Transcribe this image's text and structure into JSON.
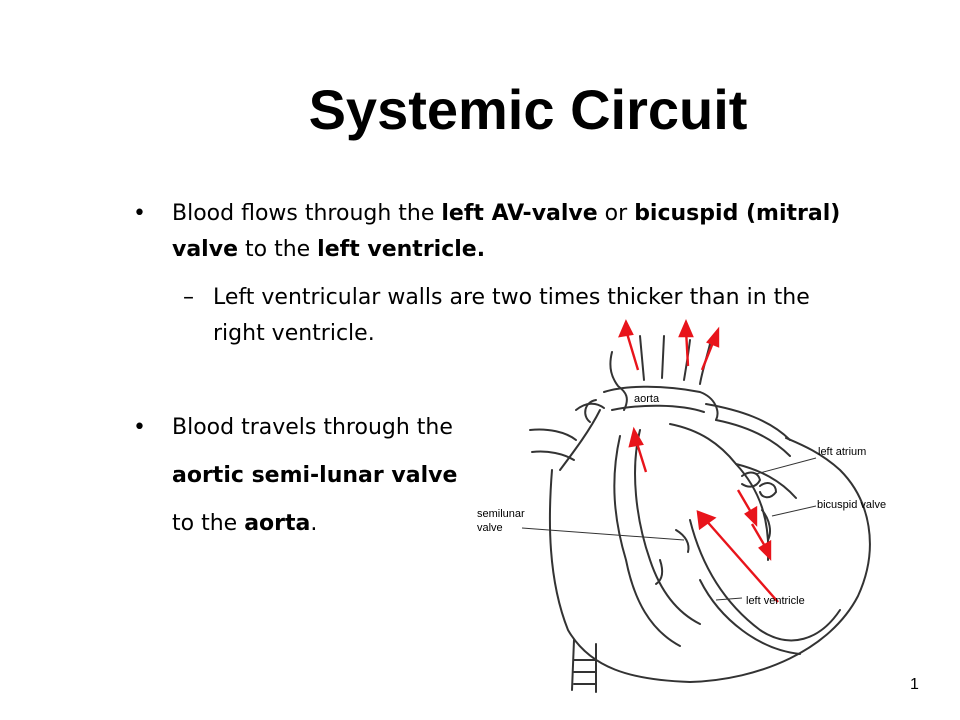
{
  "slide": {
    "title": "Systemic Circuit",
    "bullet1": {
      "t1": "Blood flows through the ",
      "b1": "left AV-valve",
      "t2": " or ",
      "b2": "bicuspid (mitral)",
      "b3": "valve",
      "t3": " to the ",
      "b4": "left ventricle."
    },
    "sub1": {
      "line1": "Left ventricular walls are two times thicker than in the",
      "line2": "right ventricle."
    },
    "bullet2": {
      "line1": "Blood travels through the",
      "line2": "aortic semi-lunar valve",
      "t1": "to the ",
      "b1": "aorta",
      "t2": "."
    },
    "diagram_labels": {
      "aorta": "aorta",
      "left_atrium": "left atrium",
      "bicuspid_valve": "bicuspid valve",
      "semilunar_1": "semilunar",
      "semilunar_2": "valve",
      "left_ventricle": "left ventricle"
    },
    "page_number": "1",
    "colors": {
      "arrow": "#e8141b",
      "line": "#333333"
    }
  }
}
